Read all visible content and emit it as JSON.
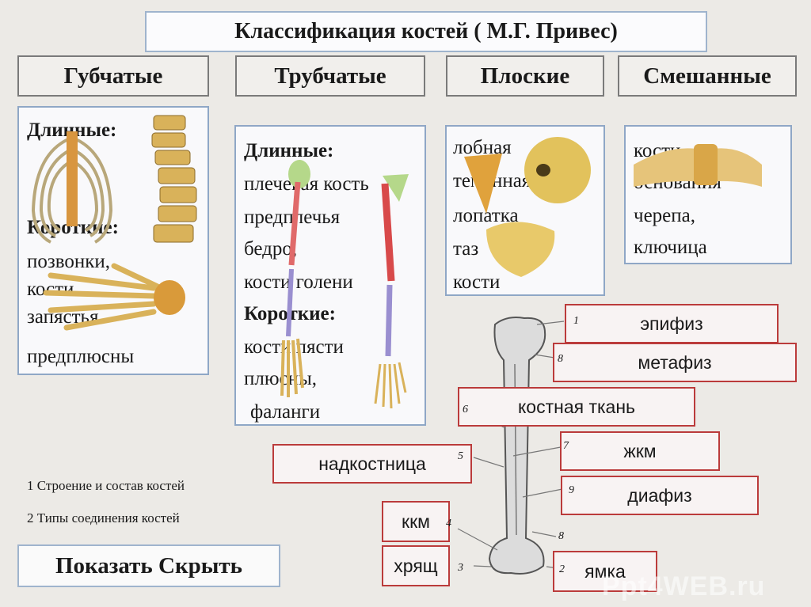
{
  "title": "Классификация костей ( М.Г. Привес)",
  "categories": [
    "Губчатые",
    "Трубчатые",
    "Плоские",
    "Смешанные"
  ],
  "spongy": {
    "long_heading": "Длинные:",
    "short_heading": "Короткие:",
    "lines": [
      "позвонки,",
      "кости",
      "запястья",
      "предплюсны"
    ]
  },
  "tubular": {
    "long_heading": "Длинные:",
    "long_lines": [
      "плечевая кость",
      "предплечья",
      "бедро,",
      "кости голени"
    ],
    "short_heading": "Короткие:",
    "short_lines": [
      "кости пясти",
      "плюсны,",
      "фаланги"
    ]
  },
  "flat": {
    "lines": [
      "лобная",
      "теменная",
      "лопатка",
      "таз",
      "кости"
    ]
  },
  "mixed": {
    "lines": [
      "кости",
      "основания",
      "черепа,",
      "ключица"
    ]
  },
  "bone_labels": [
    {
      "num": "1",
      "text": "эпифиз"
    },
    {
      "num": "8",
      "text": "метафиз"
    },
    {
      "num": "6",
      "text": "костная ткань"
    },
    {
      "num": "7",
      "text": "жкм"
    },
    {
      "num": "5",
      "text": "надкостница"
    },
    {
      "num": "9",
      "text": "диафиз"
    },
    {
      "num": "4",
      "text": "ккм"
    },
    {
      "num": "8",
      "text": "8"
    },
    {
      "num": "3",
      "text": "хрящ"
    },
    {
      "num": "2",
      "text": "ямка"
    }
  ],
  "links": [
    "1 Строение и состав костей",
    "2 Типы соединения костей"
  ],
  "button_label": "Показать Скрыть",
  "watermark": "Ppt4WEB.ru",
  "colors": {
    "panel_border": "#8fa7c6",
    "label_border": "#bb3b3b",
    "bone": "#d9b25a"
  }
}
